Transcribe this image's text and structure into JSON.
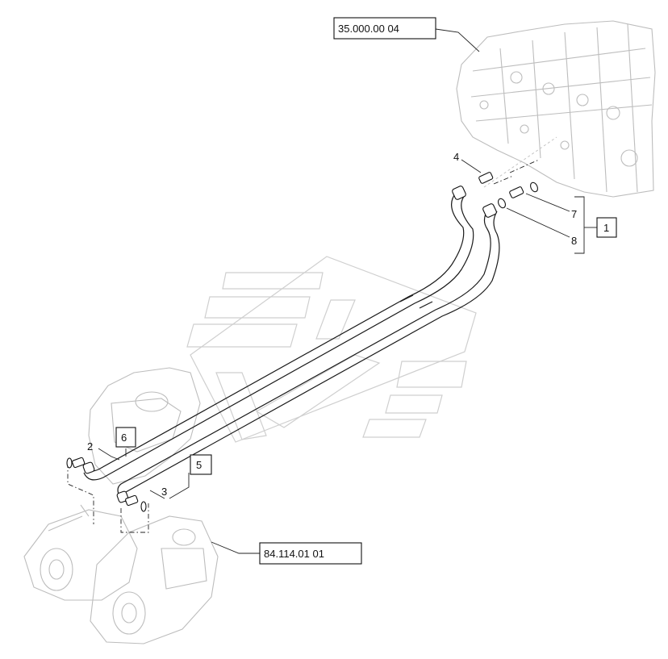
{
  "references": {
    "valve_block": "35.000.00 04",
    "boom_mount": "84.114.01 01"
  },
  "callouts": {
    "item1": "1",
    "item2": "2",
    "item3": "3",
    "item4": "4",
    "item5": "5",
    "item6": "6",
    "item7": "7",
    "item8": "8"
  }
}
